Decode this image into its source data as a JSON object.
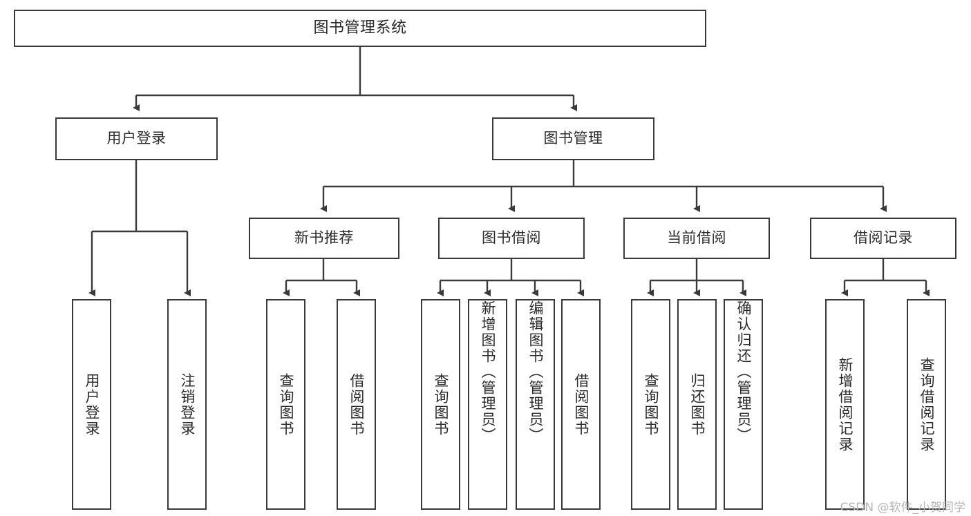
{
  "diagram": {
    "kind": "tree-hierarchy-chart",
    "title_node": {
      "label": "图书管理系统"
    },
    "level2": [
      {
        "id": "user-login",
        "label": "用户登录"
      },
      {
        "id": "book-manage",
        "label": "图书管理"
      }
    ],
    "level3": [
      {
        "id": "new-book-recommend",
        "label": "新书推荐"
      },
      {
        "id": "book-borrow",
        "label": "图书借阅"
      },
      {
        "id": "current-borrow",
        "label": "当前借阅"
      },
      {
        "id": "borrow-record",
        "label": "借阅记录"
      }
    ],
    "leaves": {
      "user_login": [
        {
          "id": "leaf-user-login",
          "label": "用户登录"
        },
        {
          "id": "leaf-logout-login",
          "label": "注销登录"
        }
      ],
      "new_book_recommend": [
        {
          "id": "leaf-query-book-1",
          "label": "查询图书"
        },
        {
          "id": "leaf-borrow-book-1",
          "label": "借阅图书"
        }
      ],
      "book_borrow": [
        {
          "id": "leaf-query-book-2",
          "label": "查询图书"
        },
        {
          "id": "leaf-add-book",
          "label": "新增图书（管理员）"
        },
        {
          "id": "leaf-edit-book",
          "label": "编辑图书（管理员）"
        },
        {
          "id": "leaf-borrow-book-2",
          "label": "借阅图书"
        }
      ],
      "current_borrow": [
        {
          "id": "leaf-query-book-3",
          "label": "查询图书"
        },
        {
          "id": "leaf-return-book",
          "label": "归还图书"
        },
        {
          "id": "leaf-confirm-return",
          "label": "确认归还（管理员）"
        }
      ],
      "borrow_record": [
        {
          "id": "leaf-add-record",
          "label": "新增借阅记录"
        },
        {
          "id": "leaf-query-record",
          "label": "查询借阅记录"
        }
      ]
    }
  },
  "watermark": {
    "text": "CSDN @软件_小贺同学"
  },
  "colors": {
    "stroke": "#3a3a3a",
    "fill": "#ffffff",
    "text": "#2b2b2b",
    "watermark": "#b6b6b6"
  }
}
